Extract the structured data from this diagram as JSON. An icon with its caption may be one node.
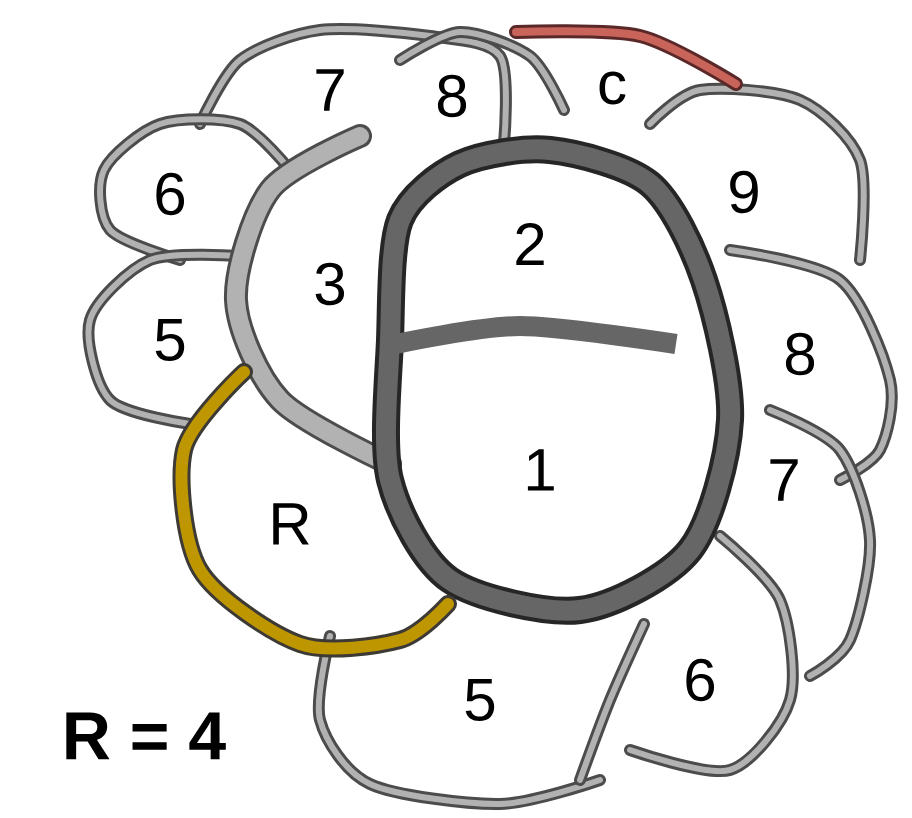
{
  "diagram": {
    "labels": [
      "7",
      "8",
      "c",
      "6",
      "2",
      "9",
      "3",
      "5",
      "8",
      "1",
      "7",
      "R",
      "6",
      "5",
      "R = 4"
    ]
  }
}
